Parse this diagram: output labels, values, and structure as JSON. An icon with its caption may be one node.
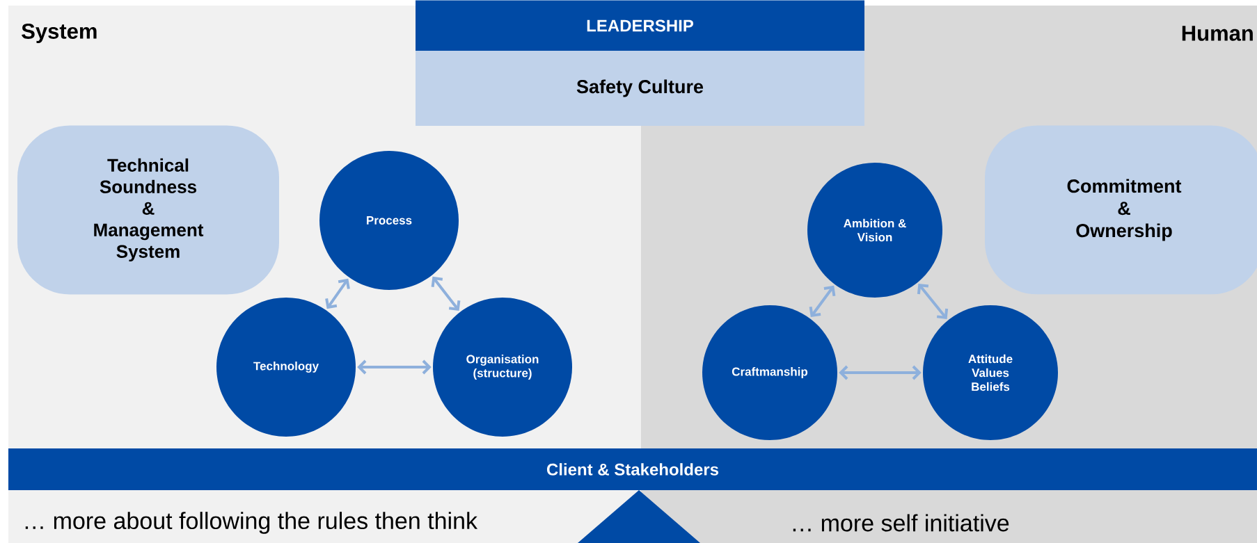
{
  "diagram": {
    "nodes": [
      {
        "text": [
          "LEADERSHIP"
        ]
      },
      {
        "text": [
          "Safety Culture"
        ]
      },
      {
        "text": [
          "Technical Soundness & Management System"
        ]
      },
      {
        "text": [
          "Process"
        ]
      },
      {
        "text": [
          "Technology"
        ]
      },
      {
        "text": [
          "Organisation (structure)"
        ]
      },
      {
        "text": [
          "Commitment & Ownership"
        ]
      },
      {
        "text": [
          "Ambition & Vision"
        ]
      },
      {
        "text": [
          "Craftmanship"
        ]
      },
      {
        "text": [
          "Attitude Values Beliefs"
        ]
      },
      {
        "text": [
          "Client & Stakeholders"
        ]
      }
    ],
    "edges": [
      {
        "from": 3,
        "to": 4,
        "arrow": "both"
      },
      {
        "from": 3,
        "to": 5,
        "arrow": "both"
      },
      {
        "from": 4,
        "to": 5,
        "arrow": "both"
      },
      {
        "from": 7,
        "to": 8,
        "arrow": "both"
      },
      {
        "from": 7,
        "to": 9,
        "arrow": "both"
      },
      {
        "from": 8,
        "to": 9,
        "arrow": "both"
      }
    ],
    "labels": [
      "System",
      "Human",
      "… more about following the rules then think",
      "… more self initiative"
    ]
  }
}
